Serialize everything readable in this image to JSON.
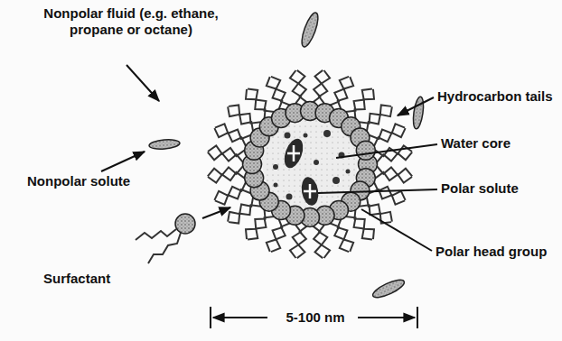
{
  "diagram": {
    "labels": [
      "Nonpolar fluid (e.g. ethane, propane or octane)",
      "Nonpolar solute",
      "Surfactant",
      "Hydrocarbon tails",
      "Water core",
      "Polar solute",
      "Polar head group",
      "5-100 nm"
    ]
  }
}
